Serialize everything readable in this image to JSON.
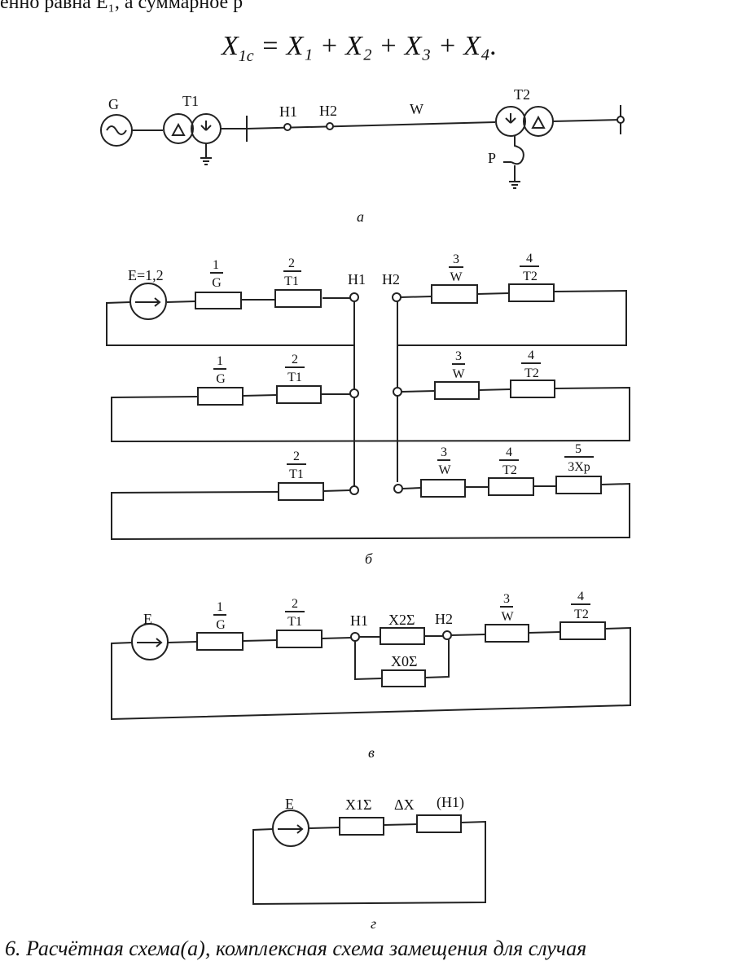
{
  "header": {
    "top_text": "енно равна Е₁, а суммарное р",
    "formula": {
      "lhs": "X",
      "lhs_sub": "1c",
      "rhs": [
        "X₁",
        "X₂",
        "X₃",
        "X₄"
      ],
      "eq": "=",
      "plus": "+",
      "end": "."
    }
  },
  "diagram_a": {
    "generator": "G",
    "t1": "T1",
    "h1": "H1",
    "h2": "H2",
    "line": "W",
    "t2": "T2",
    "reactor": "P",
    "label": "а"
  },
  "diagram_b": {
    "source": "E=1,2",
    "h1": "H1",
    "h2": "H2",
    "e1": {
      "n": "1",
      "name": "G"
    },
    "e2": {
      "n": "2",
      "name": "T1"
    },
    "e3": {
      "n": "3",
      "name": "W"
    },
    "e4": {
      "n": "4",
      "name": "T2"
    },
    "e5": {
      "n": "5",
      "name": "3Xp"
    },
    "label": "б"
  },
  "diagram_v": {
    "source": "E",
    "h1": "H1",
    "h2": "H2",
    "x2": "X2Σ",
    "x0": "X0Σ",
    "e1": {
      "n": "1",
      "name": "G"
    },
    "e2": {
      "n": "2",
      "name": "T1"
    },
    "e3": {
      "n": "3",
      "name": "W"
    },
    "e4": {
      "n": "4",
      "name": "T2"
    },
    "label": "в"
  },
  "diagram_g": {
    "source": "E",
    "x1": "X1Σ",
    "dx": "ΔX",
    "node": "(H1)",
    "label": "г"
  },
  "caption": "6. Расчётная схема(а), комплексная схема замещения для случая"
}
